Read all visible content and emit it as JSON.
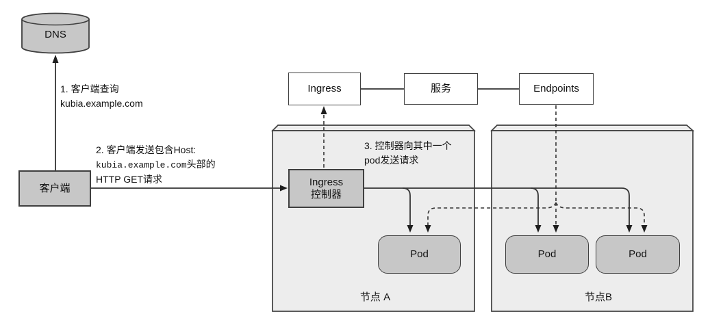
{
  "colors": {
    "node_bg": "#ededed",
    "box_gray": "#c7c7c7",
    "stroke": "#3f3f3f",
    "line": "#333333",
    "white_box": "#ffffff"
  },
  "dns": {
    "label": "DNS"
  },
  "client": {
    "label": "客户端"
  },
  "top_boxes": {
    "ingress": "Ingress",
    "service": "服务",
    "endpoints": "Endpoints"
  },
  "ingress_controller": {
    "line1": "Ingress",
    "line2": "控制器"
  },
  "steps": {
    "step1": {
      "line1": "1.  客户端查询",
      "line2": "kubia.example.com"
    },
    "step2": {
      "line1": "2.  客户端发送包含Host:",
      "line2_mono": "kubia.example.com",
      "line2_suffix": "头部的",
      "line3": "HTTP GET请求"
    },
    "step3": {
      "line1": "3. 控制器向其中一个",
      "line2": "pod发送请求"
    }
  },
  "nodes": {
    "node_a": {
      "label": "节点 A",
      "pods": [
        "Pod"
      ]
    },
    "node_b": {
      "label": "节点B",
      "pods": [
        "Pod",
        "Pod"
      ]
    }
  }
}
